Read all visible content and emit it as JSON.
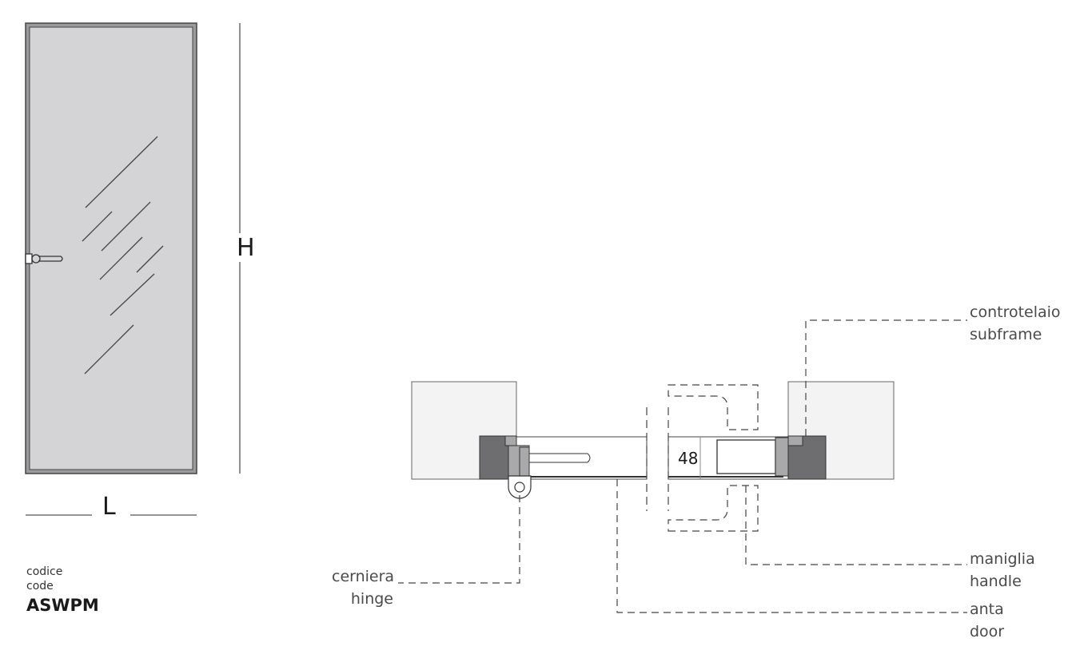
{
  "dimensions": {
    "height_label": "H",
    "width_label": "L",
    "section_value": "48"
  },
  "code": {
    "label_it": "codice",
    "label_en": "code",
    "value": "ASWPM"
  },
  "callouts": {
    "subframe": {
      "it": "controtelaio",
      "en": "subframe"
    },
    "handle": {
      "it": "maniglia",
      "en": "handle"
    },
    "hinge": {
      "it": "cerniera",
      "en": "hinge"
    },
    "door": {
      "it": "anta",
      "en": "door"
    }
  },
  "colors": {
    "glass": "#d4d4d6",
    "frame": "#555555",
    "profile_dark": "#6e6e70",
    "profile_mid": "#a9a9ab",
    "wall": "#f3f3f3",
    "line": "#333333"
  }
}
